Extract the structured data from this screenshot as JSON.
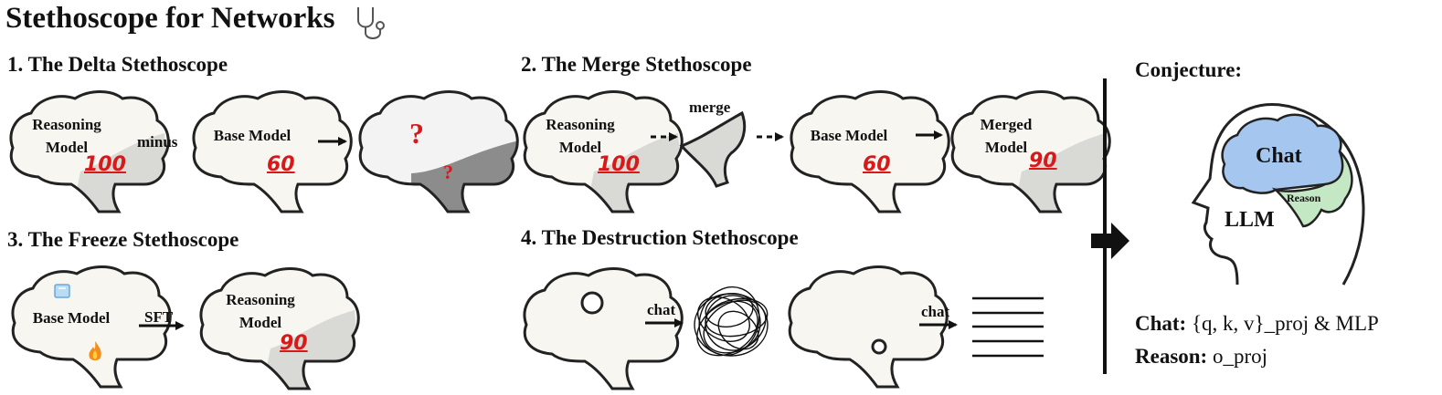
{
  "title": "Stethoscope for Networks",
  "sections": {
    "delta": {
      "heading": "1. The Delta Stethoscope",
      "reasoning_label": "Reasoning Model",
      "reasoning_score": "100",
      "op": "minus",
      "base_label": "Base Model",
      "base_score": "60",
      "result_mark_1": "?",
      "result_mark_2": "?"
    },
    "merge": {
      "heading": "2. The Merge Stethoscope",
      "reasoning_label": "Reasoning Model",
      "reasoning_score": "100",
      "op": "merge",
      "base_label": "Base Model",
      "base_score": "60",
      "merged_label": "Merged Model",
      "merged_score": "90"
    },
    "freeze": {
      "heading": "3. The Freeze Stethoscope",
      "base_label": "Base Model",
      "op": "SFT",
      "reasoning_label": "Reasoning Model",
      "reasoning_score": "90"
    },
    "destruction": {
      "heading": "4. The Destruction Stethoscope",
      "op_1": "chat",
      "op_2": "chat"
    }
  },
  "conjecture": {
    "heading": "Conjecture:",
    "chat_region": "Chat",
    "reason_region": "Reason",
    "model_label": "LLM",
    "line_1_key": "Chat:",
    "line_1_value": "{q, k, v}_proj & MLP",
    "line_2_key": "Reason:",
    "line_2_value": "o_proj"
  },
  "colors": {
    "brain_fill": "#f8f6f1",
    "brain_lower": "#d9d9d6",
    "brain_dark": "#8c8c8c",
    "score_red": "#d61a1a",
    "chat_blue": "#a4c6ef",
    "reason_green": "#c4e8c4"
  },
  "icons": [
    "stethoscope-icon",
    "ice-cube-icon",
    "fire-icon"
  ]
}
